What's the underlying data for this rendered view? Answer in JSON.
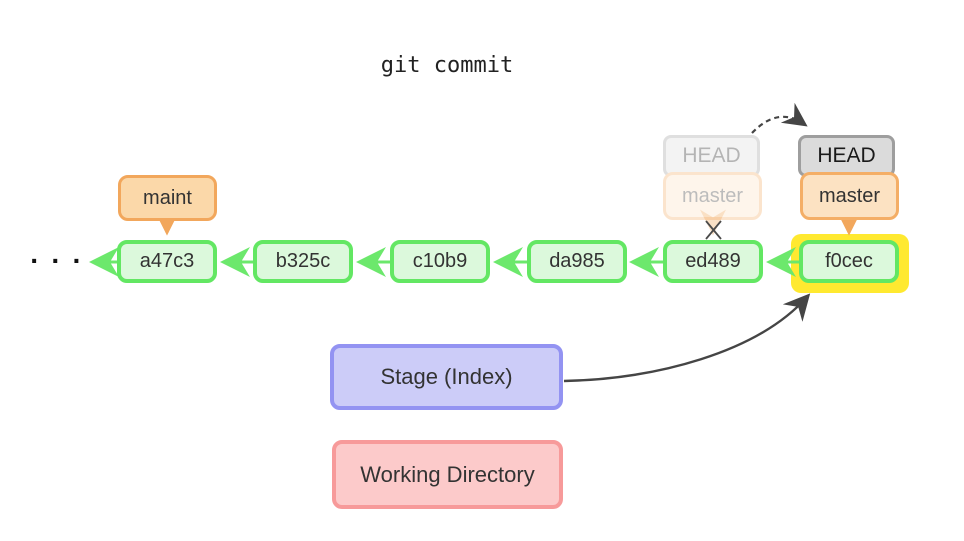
{
  "title": "git commit",
  "ellipsis": "· · ·",
  "commits": [
    "a47c3",
    "b325c",
    "c10b9",
    "da985",
    "ed489",
    "f0cec"
  ],
  "labels": {
    "maint": "maint",
    "head": "HEAD",
    "master": "master",
    "ghost_head": "HEAD",
    "ghost_master": "master",
    "stage": "Stage (Index)",
    "working": "Working Directory"
  },
  "colors": {
    "commit_fill": "#dcf9dc",
    "commit_border": "#63e763",
    "arrow_green": "#6ce86c",
    "orange_fill": "#fbd8a9",
    "orange_border": "#f2a75c",
    "master_fill": "#fce2c2",
    "master_border": "#f4ae66",
    "head_fill": "#dbdbdb",
    "head_border": "#9e9e9e",
    "highlight": "#ffe930",
    "stage_fill": "#ccccf8",
    "stage_border": "#9393f2",
    "working_fill": "#fccaca",
    "working_border": "#f79a9a",
    "dark_arrow": "#454545"
  }
}
